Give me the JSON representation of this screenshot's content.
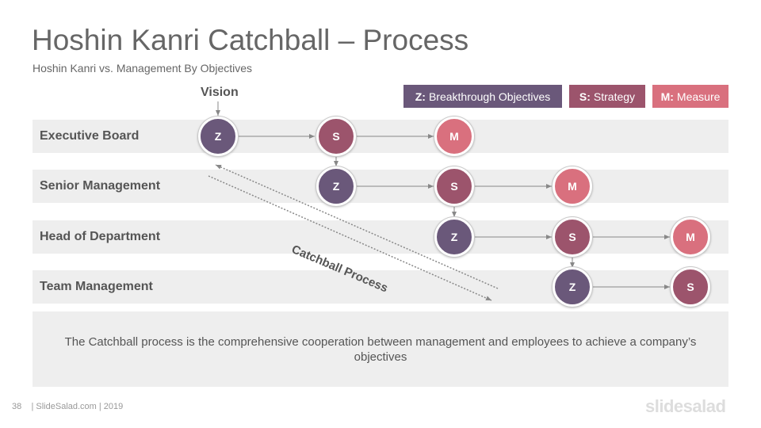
{
  "slide": {
    "title": "Hoshin Kanri Catchball – Process",
    "subtitle": "Hoshin Kanri vs. Management By Objectives",
    "vision_label": "Vision",
    "catchball_label": "Catchball Process",
    "note": "The Catchball process is the comprehensive  cooperation between management and employees to achieve a company’s objectives",
    "page_number": "38",
    "footer": "| SlideSalad.com | 2019",
    "brand": "slidesalad"
  },
  "legend": [
    {
      "key": "Z:",
      "text": "Breakthrough Objectives",
      "color": "#6a587a"
    },
    {
      "key": "S:",
      "text": "Strategy",
      "color": "#9c546c"
    },
    {
      "key": "M:",
      "text": "Measure",
      "color": "#d9707e"
    }
  ],
  "rows": [
    {
      "label": "Executive Board",
      "nodes": [
        "Z",
        "S",
        "M"
      ]
    },
    {
      "label": "Senior Management",
      "nodes": [
        "Z",
        "S",
        "M"
      ]
    },
    {
      "label": "Head of Department",
      "nodes": [
        "Z",
        "S",
        "M"
      ]
    },
    {
      "label": "Team Management",
      "nodes": [
        "Z",
        "S"
      ]
    }
  ],
  "colors": {
    "Z": "#6a587a",
    "S": "#9c546c",
    "M": "#d9707e",
    "row_bg": "#eeeeee",
    "arrow": "#888888"
  }
}
